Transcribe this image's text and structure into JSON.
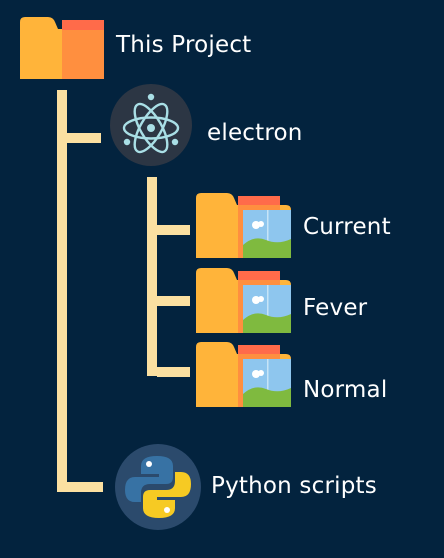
{
  "tree": {
    "root": {
      "label": "This Project",
      "icon": "folder-icon"
    },
    "children": [
      {
        "label": "electron",
        "icon": "electron-atom-icon",
        "children": [
          {
            "label": "Current",
            "icon": "image-folder-icon"
          },
          {
            "label": "Fever",
            "icon": "image-folder-icon"
          },
          {
            "label": "Normal",
            "icon": "image-folder-icon"
          }
        ]
      },
      {
        "label": "Python scripts",
        "icon": "python-logo-icon"
      }
    ]
  },
  "colors": {
    "background": "#03233e",
    "connector": "#fbe0a1",
    "folder_back": "#ffb43a",
    "folder_front": "#ff8f3f",
    "folder_tab": "#ff6b4a",
    "electron_bg": "#2c3644",
    "electron_lines": "#a9dfe6",
    "python_blue": "#3772a4",
    "python_yellow": "#f6ca23",
    "python_circle": "#2b4a6c",
    "image_sky": "#8ec6ee",
    "image_grass": "#7fba3f"
  }
}
